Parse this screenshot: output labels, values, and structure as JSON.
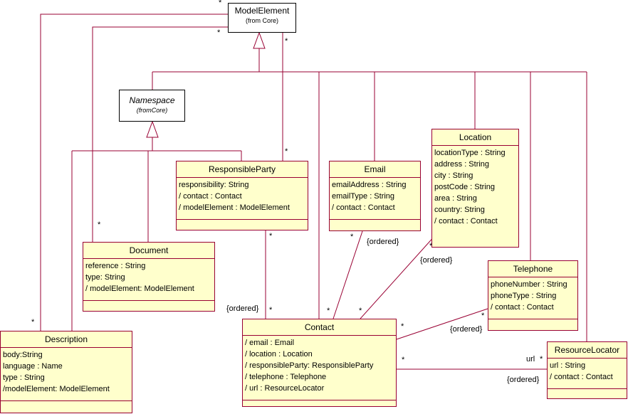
{
  "model_element": {
    "name": "ModelElement",
    "stereo": "(from Core)"
  },
  "namespace": {
    "name": "Namespace",
    "stereo": "(fromCore)"
  },
  "classes": {
    "responsible_party": {
      "name": "ResponsibleParty",
      "attrs": [
        "responsibility: String",
        "/ contact : Contact",
        "/ modelElement : ModelElement"
      ]
    },
    "email": {
      "name": "Email",
      "attrs": [
        "emailAddress : String",
        "emailType : String",
        "/ contact : Contact"
      ]
    },
    "location": {
      "name": "Location",
      "attrs": [
        "locationType : String",
        "address : String",
        "city : String",
        "postCode : String",
        "area : String",
        "country: String",
        "/ contact : Contact"
      ]
    },
    "document": {
      "name": "Document",
      "attrs": [
        "reference : String",
        "type: String",
        "/ modelElement: ModelElement"
      ]
    },
    "telephone": {
      "name": "Telephone",
      "attrs": [
        "phoneNumber : String",
        "phoneType : String",
        "/ contact : Contact"
      ]
    },
    "description": {
      "name": "Description",
      "attrs": [
        "body:String",
        "language : Name",
        "type : String",
        "/modelElement: ModelElement"
      ]
    },
    "contact": {
      "name": "Contact",
      "attrs": [
        "/ email : Email",
        "/ location : Location",
        "/ responsibleParty: ResponsibleParty",
        "/ telephone : Telephone",
        "/ url : ResourceLocator"
      ]
    },
    "resource_locator": {
      "name": "ResourceLocator",
      "attrs": [
        "url : String",
        "/ contact : Contact"
      ]
    }
  },
  "labels": {
    "star": "*",
    "ordered": "{ordered}",
    "url": "url"
  }
}
